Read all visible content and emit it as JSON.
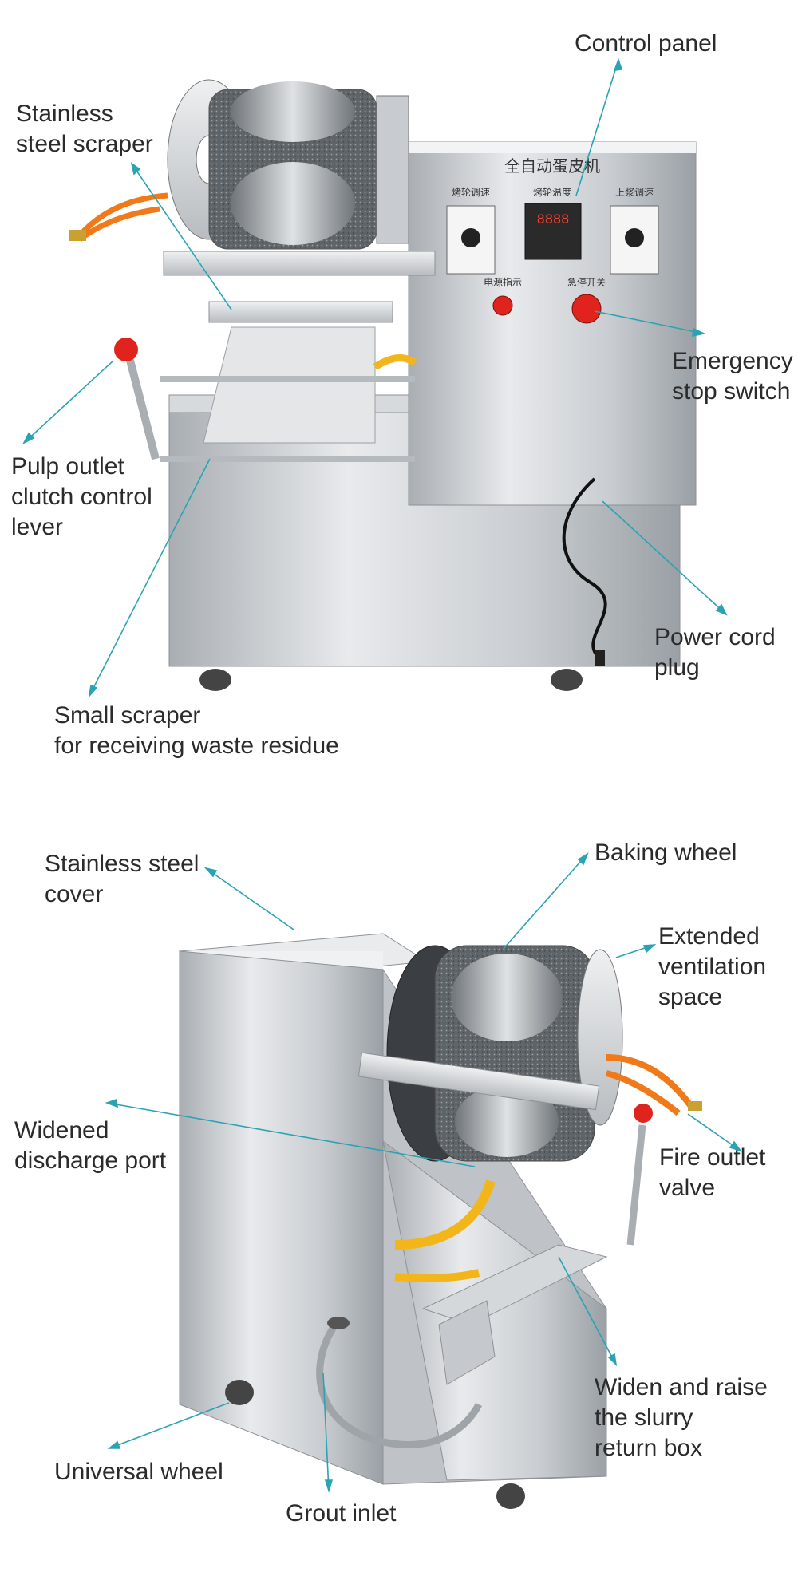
{
  "top_labels": {
    "control_panel": "Control panel",
    "stainless_steel_scraper": "Stainless\nsteel scraper",
    "emergency_stop_switch": "Emergency\nstop switch",
    "pulp_outlet_lever": "Pulp outlet\nclutch control\nlever",
    "power_cord_plug": "Power cord\nplug",
    "small_scraper": "Small scraper\nfor receiving waste residue"
  },
  "panel": {
    "title": "全自动蛋皮机",
    "knob_left": "烤轮调速",
    "temperature": "烤轮温度",
    "knob_right": "上浆调速",
    "power_indicator": "电源指示",
    "emergency_stop": "急停开关",
    "display_value": "8888"
  },
  "bottom_labels": {
    "stainless_steel_cover": "Stainless steel\ncover",
    "baking_wheel": "Baking wheel",
    "extended_ventilation": "Extended\nventilation\nspace",
    "widened_discharge": "Widened\ndischarge port",
    "fire_outlet_valve": "Fire outlet\nvalve",
    "slurry_return_box": "Widen and raise\n the slurry\nreturn box",
    "universal_wheel": "Universal wheel",
    "grout_inlet": "Grout inlet"
  },
  "colors": {
    "leader_line": "#2aa3b3",
    "steel_light": "#e2e4e6",
    "steel_mid": "#bfc3c7",
    "steel_dark": "#8d9297",
    "red_button": "#e0231c",
    "hose_orange": "#f07a1a",
    "hose_yellow": "#f2b61a",
    "brass": "#c9a032"
  }
}
